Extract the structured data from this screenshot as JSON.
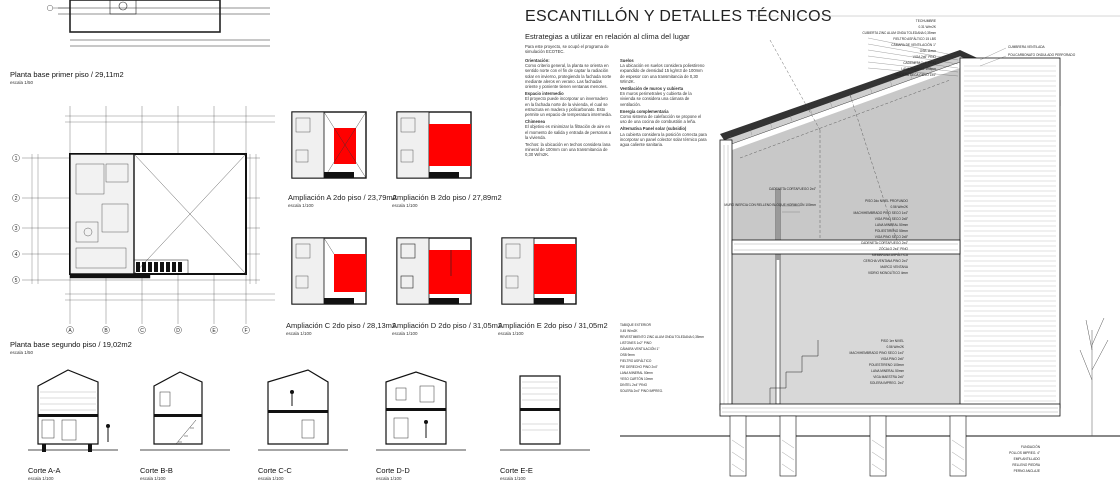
{
  "plans": {
    "first_floor": {
      "title": "Planta base primer piso / 29,11m2",
      "scale": "escala 1/50"
    },
    "second_floor": {
      "title": "Planta base segundo piso / 19,02m2",
      "scale": "escala 1/50"
    },
    "axis_letters": [
      "A",
      "B",
      "C",
      "D",
      "E",
      "F"
    ],
    "axis_numbers": [
      "1",
      "2",
      "3",
      "4",
      "5"
    ]
  },
  "ampliaciones": [
    {
      "title": "Ampliación A 2do piso / 23,79m2",
      "letter": "A",
      "scale": "escala 1/100"
    },
    {
      "title": "Ampliación B 2do piso / 27,89m2",
      "letter": "B",
      "scale": "escala 1/100"
    },
    {
      "title": "Ampliación C 2do piso / 28,13m2",
      "letter": "C",
      "scale": "escala 1/100"
    },
    {
      "title": "Ampliación D 2do piso / 31,05m2",
      "letter": "D",
      "scale": "escala 1/100"
    },
    {
      "title": "Ampliación E 2do piso / 31,05m2",
      "letter": "E",
      "scale": "escala 1/100"
    }
  ],
  "cortes": [
    {
      "title": "Corte A-A",
      "scale": "escala 1/100"
    },
    {
      "title": "Corte B-B",
      "scale": "escala 1/100"
    },
    {
      "title": "Corte C-C",
      "scale": "escala 1/100"
    },
    {
      "title": "Corte D-D",
      "scale": "escala 1/100"
    },
    {
      "title": "Corte E-E",
      "scale": "escala 1/100"
    }
  ],
  "detail": {
    "title": "ESCANTILLÓN Y DETALLES TÉCNICOS",
    "subtitle": "Estrategias a utilizar en relación al clima del lugar",
    "intro": "Para este proyecto, se ocupó el programa de simulación ECOTEC.",
    "col1": [
      {
        "h": "Orientación:",
        "t": "Como criterio general, la planta se orienta en sentido norte con el fin de captar la radiación solar en invierno, protegiendo la fachada norte mediante aleros en verano. Las fachadas oriente y poniente tienen ventanas menores."
      },
      {
        "h": "Espacio intermedio",
        "t": "El proyecto puede incorporar un invernadero en la fachada norte de la vivienda, el cual se estructura en madera y policarbonato. Esto permite un espacio de temperatura intermedia."
      },
      {
        "h": "Chimenea",
        "t": "El objetivo es minimizar la filtración de aire en el momento de salida y entrada de personas a la vivienda."
      },
      {
        "h": "",
        "t": "Techos: la ubicación en techos considera lana mineral de 100mm con una transmitancia de 0,30 W/m2K."
      }
    ],
    "col2": [
      {
        "h": "Suelos",
        "t": "La ubicación en suelos considera poliestireno expandido de densidad 15 kg/m3 de 100mm de espesor con una transmitancia de 0,30 W/m2K."
      },
      {
        "h": "Ventilación de muros y cubierta",
        "t": "En muros perimetrales y cubierta de la vivienda se considera una cámara de ventilación."
      },
      {
        "h": "Energía complementaria",
        "t": "Como sistema de calefacción se propone el uso de una cocina de combustión a leña."
      },
      {
        "h": "Alternativa Panel solar (subsidio)",
        "t": "La cubierta considera la posición correcta para incorporar un panel colector solar térmico para agua caliente sanitaria."
      }
    ],
    "layer_labels_top": [
      "TECHUMBRE",
      "0.31 W/m2K",
      "CUBIERTA ZINC ALUM ONDA TOLEDANA 0,35mm",
      "FIELTRO ASFÁLTICO 15 LBS",
      "CÁMARA DE VENTILACIÓN 1\"",
      "OSB 11mm",
      "VIGA 2x6\" PINO",
      "CADENETA 2x4\" PINO",
      "LANA MINERAL 100mm",
      "MADERA SECA CIELO 1x4\""
    ],
    "layer_labels_right": [
      "CUMBRERA VENTILADA",
      "POLICARBONATO ONDULADO PERFORADO"
    ],
    "mid_labels": [
      "CADENETA CORTAFUEGO 2x4\"",
      "MURO INERCIA CON RELLENO BLOQUE HORMIGÓN 100mm",
      "PISO 2do NIVEL PROFUNDO",
      "0.56 W/m2K",
      "MACHIHEMBRADO PINO SECO 1x4\"",
      "VIGA PINO SECO 2x8\"",
      "LANA MINERAL 50mm",
      "POLIESTIRENO 50mm",
      "VIGA PINO SECO 2x8\"",
      "CADENETA CORTAFUEGO 2x4\"",
      "ZÓCALO 2x4\" PINO",
      "MEMBRANA ASFÁLTICA",
      "CERCHA VENTANA PINO 2x4\"",
      "MARCO VENTANA",
      "VIDRIO MONOLÍTICO 4mm"
    ],
    "wall_labels": [
      "TABIQUE EXTERIOR",
      "0.45 W/m2K",
      "REVESTIMIENTO ZINC ALUM ONDA TOLEDANA 0,35mm",
      "LISTONES 1x2\" PINO",
      "CÁMARA VENTILACIÓN 1\"",
      "OSB 9mm",
      "FIELTRO ASFÁLTICO",
      "PIE DERECHO PINO 2x4\"",
      "LANA MINERAL 50mm",
      "YESO CARTÓN 10mm",
      "DINTEL 2x4\" PINO",
      "SOLERA 2x4\" PINO IMPREG."
    ],
    "floor_labels": [
      "PISO 1er NIVEL",
      "0.56 W/m2K",
      "MACHIHEMBRADO PINO SECO 1x4\"",
      "VIGA PINO 2x6\"",
      "POLIESTIRENO 100mm",
      "LANA MINERAL 50mm",
      "VIGA MAESTRA 2x6\"",
      "SOLERA IMPREG. 2x4\""
    ],
    "foundation_labels": [
      "FUNDACIÓN",
      "POLLOS IMPREG. 4\"",
      "EMPLANTILLADO",
      "RELLENO PIEDRA",
      "PERNO ANCLAJE"
    ]
  }
}
